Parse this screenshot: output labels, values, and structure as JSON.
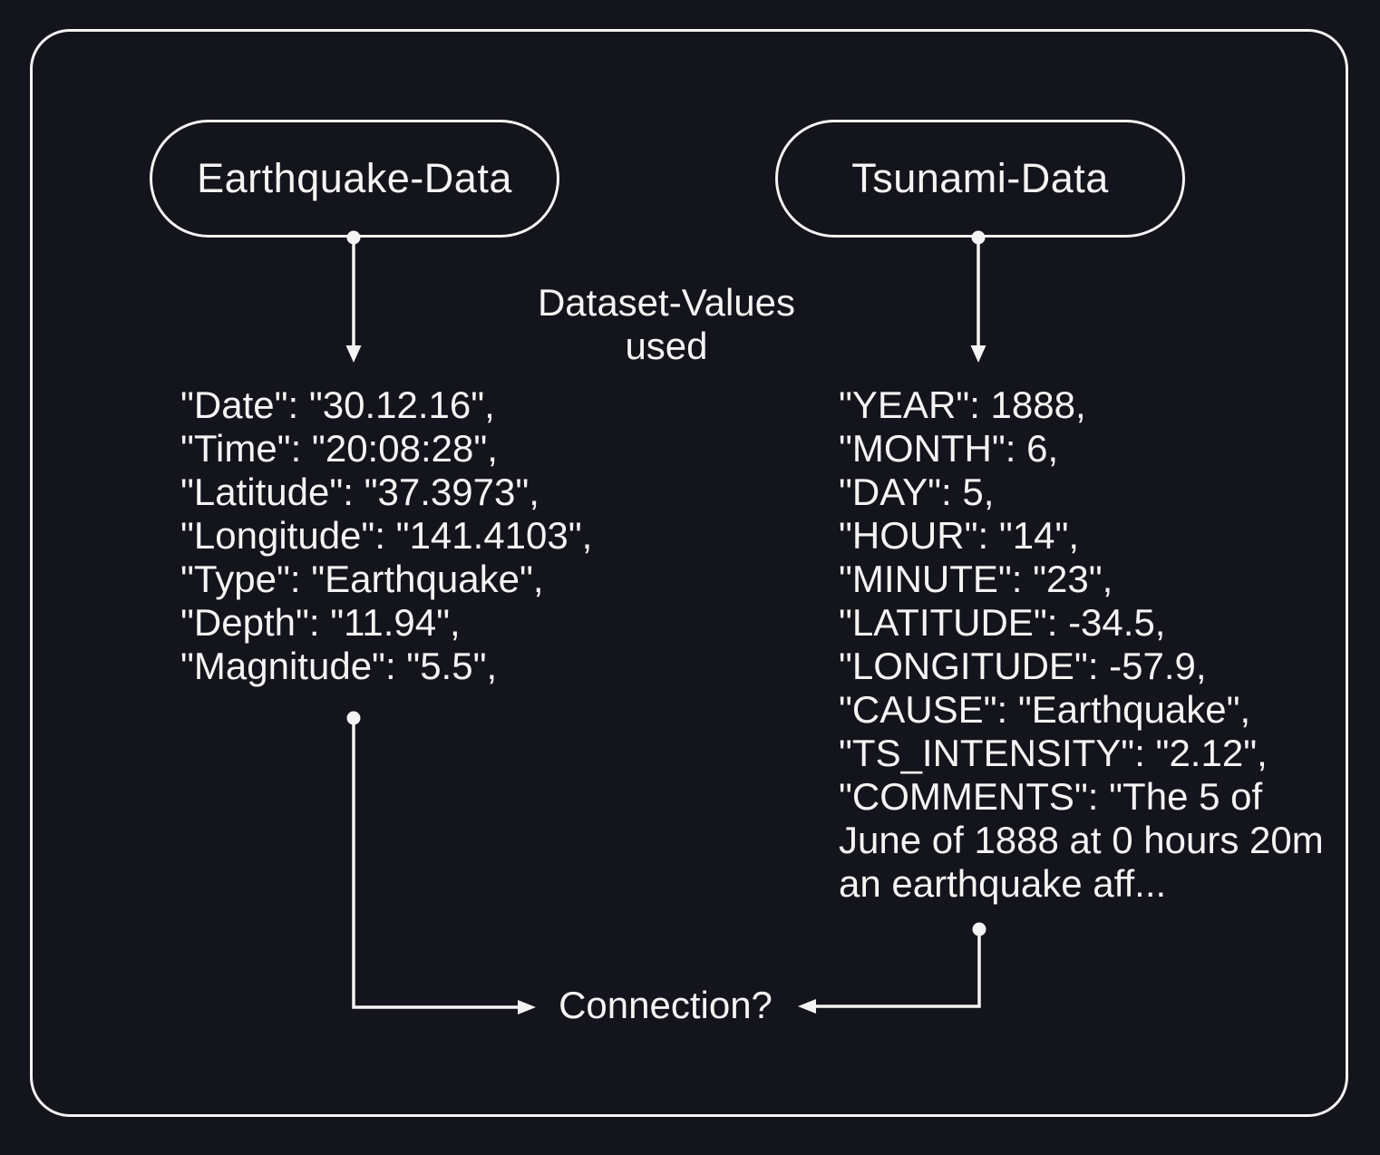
{
  "colors": {
    "background": "#13141c",
    "foreground": "#f4f4f5"
  },
  "diagram": {
    "nodes": [
      {
        "id": "earthquake",
        "label": "Earthquake-Data"
      },
      {
        "id": "tsunami",
        "label": "Tsunami-Data"
      }
    ],
    "center_label": {
      "line1": "Dataset-Values",
      "line2": "used"
    },
    "earthquake_values": [
      "\"Date\": \"30.12.16\",",
      "\"Time\": \"20:08:28\",",
      "\"Latitude\": \"37.3973\",",
      "\"Longitude\": \"141.4103\",",
      "\"Type\": \"Earthquake\",",
      "\"Depth\": \"11.94\",",
      "\"Magnitude\": \"5.5\","
    ],
    "tsunami_values": [
      "\"YEAR\": 1888,",
      "\"MONTH\": 6,",
      "\"DAY\": 5,",
      "\"HOUR\": \"14\",",
      "\"MINUTE\": \"23\",",
      "\"LATITUDE\": -34.5,",
      "\"LONGITUDE\": -57.9,",
      "\"CAUSE\": \"Earthquake\",",
      "\"TS_INTENSITY\": \"2.12\",",
      "\"COMMENTS\": \"The 5 of",
      "June of 1888 at 0 hours 20m",
      "an earthquake aff..."
    ],
    "connection_label": "Connection?"
  }
}
